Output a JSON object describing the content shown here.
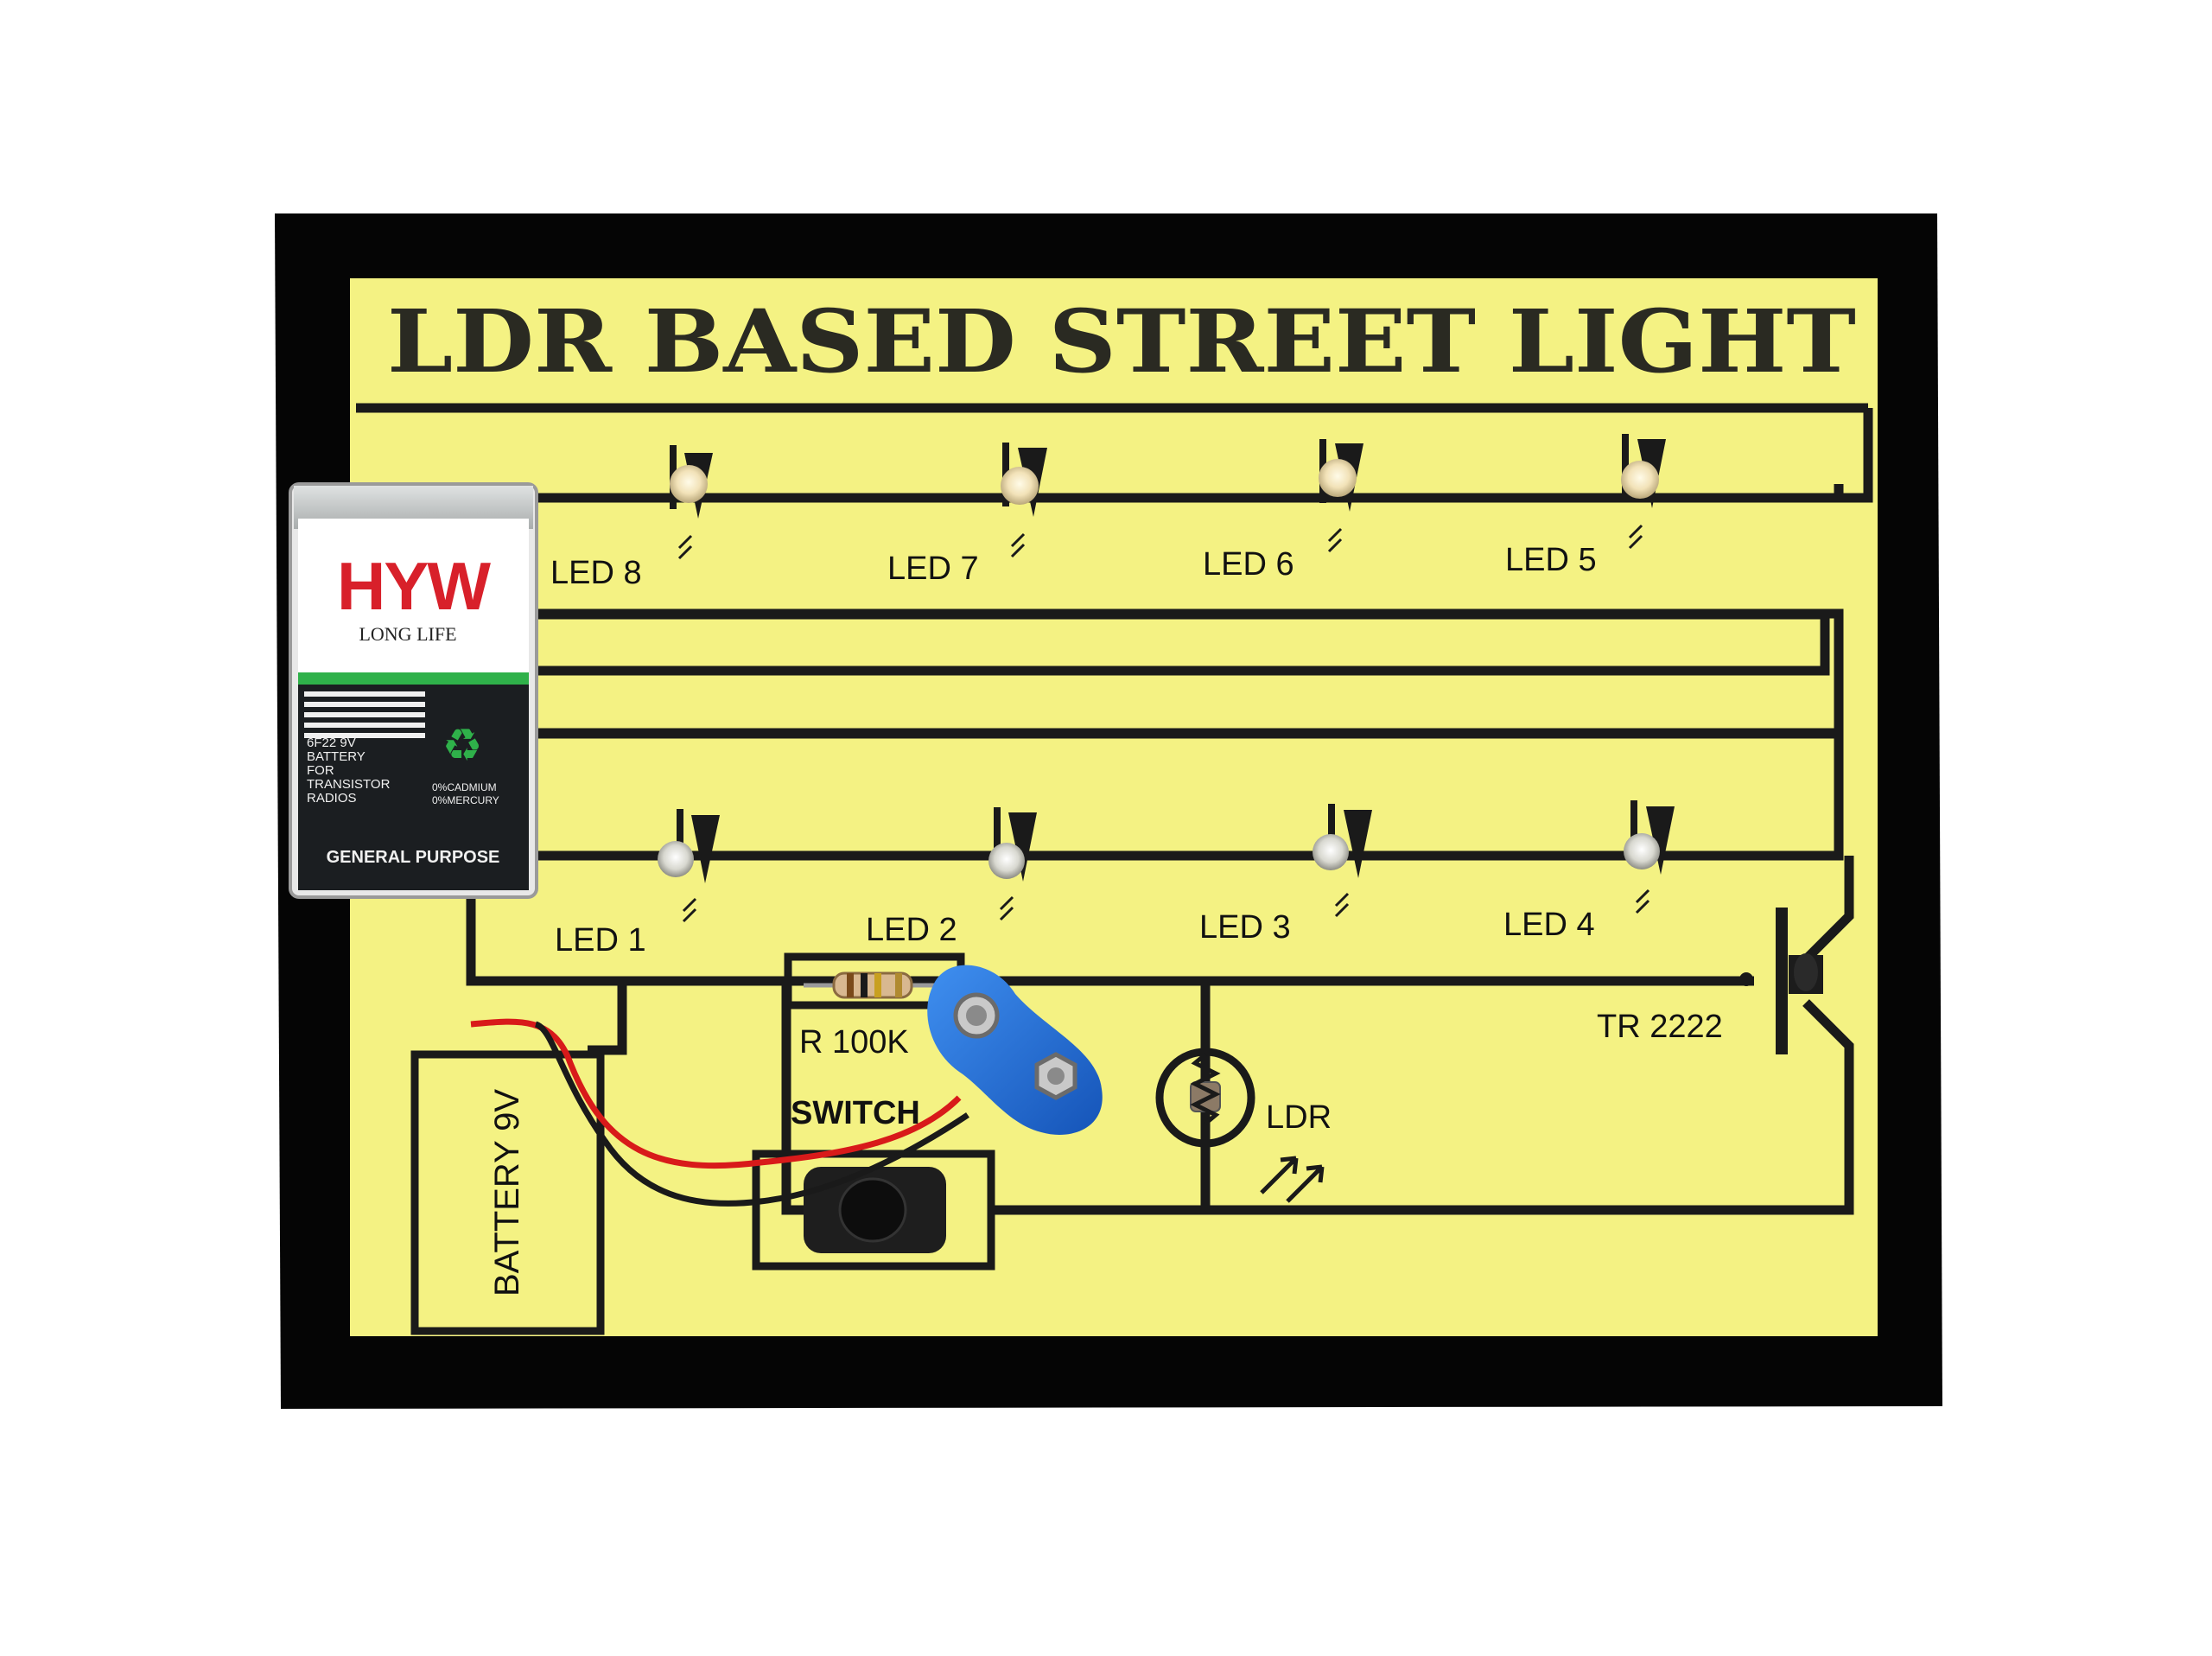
{
  "board": {
    "title": "LDR BASED STREET LIGHT",
    "colors": {
      "board": "#f4f283",
      "frame": "#050505",
      "trace": "#1a1a1a",
      "clip": "#1f6fd6"
    }
  },
  "leds_top": [
    {
      "label": "LED 8"
    },
    {
      "label": "LED 7"
    },
    {
      "label": "LED 6"
    },
    {
      "label": "LED 5"
    }
  ],
  "leds_bottom": [
    {
      "label": "LED 1"
    },
    {
      "label": "LED 2"
    },
    {
      "label": "LED 3"
    },
    {
      "label": "LED 4"
    }
  ],
  "components": {
    "resistor": "R 100K",
    "transistor": "TR 2222",
    "ldr": "LDR",
    "switch": "SWITCH",
    "battery_box": "BATTERY 9V"
  },
  "battery": {
    "brand": "HYW",
    "tagline": "LONG LIFE",
    "spec_lines": [
      "6F22 9V",
      "BATTERY",
      "FOR",
      "TRANSISTOR",
      "RADIOS"
    ],
    "compliance": [
      "0%CADMIUM",
      "0%MERCURY"
    ],
    "footer": "GENERAL PURPOSE"
  }
}
